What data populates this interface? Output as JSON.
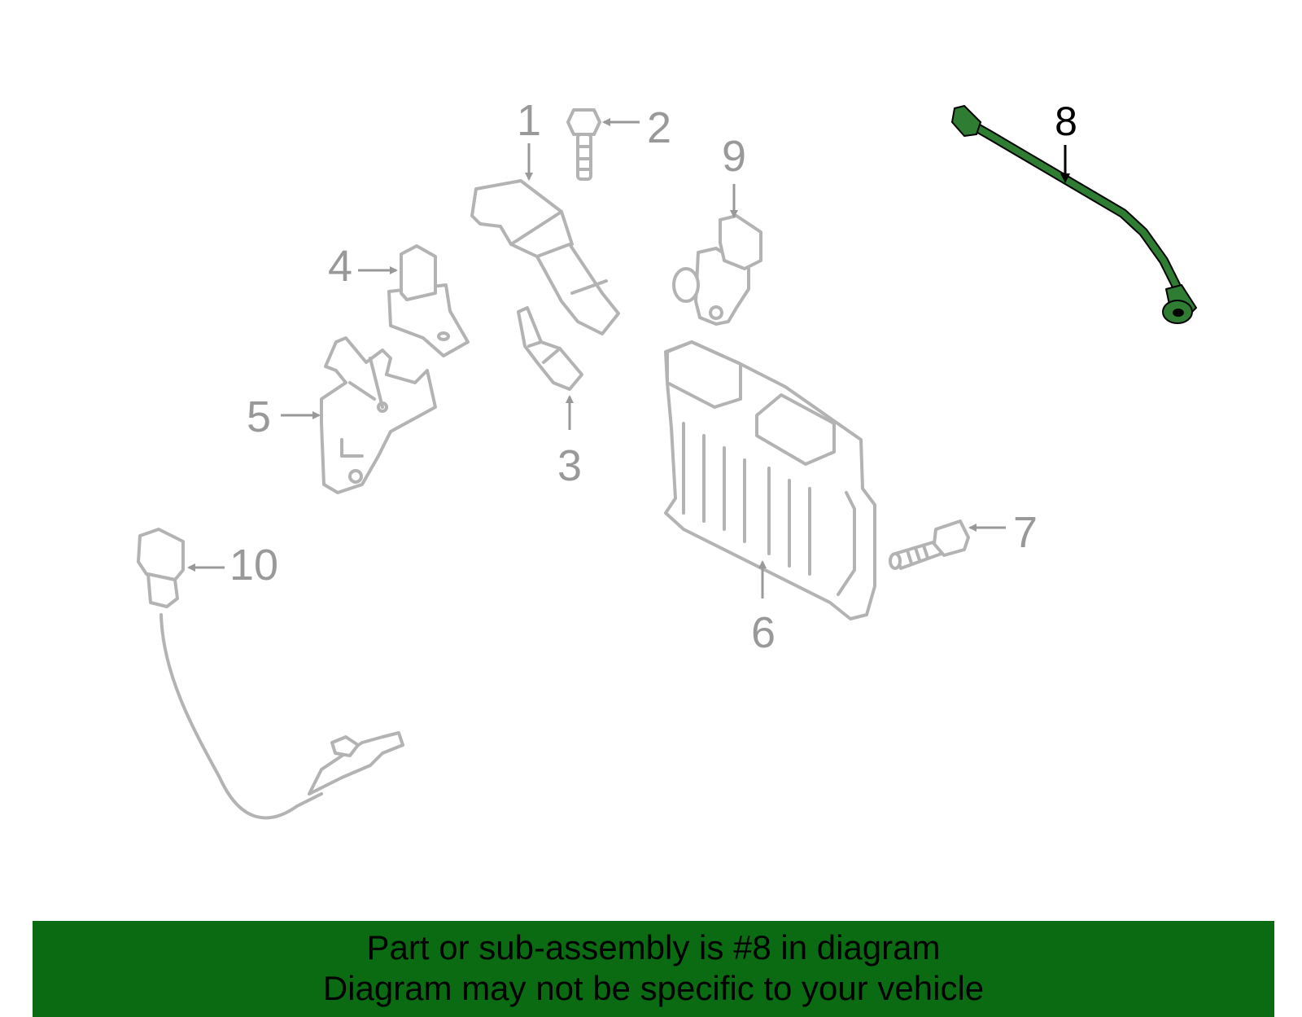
{
  "diagram": {
    "highlighted_part": "8",
    "highlight_color": "#0a6b12",
    "callouts": {
      "c1": "1",
      "c2": "2",
      "c3": "3",
      "c4": "4",
      "c5": "5",
      "c6": "6",
      "c7": "7",
      "c8": "8",
      "c9": "9",
      "c10": "10"
    }
  },
  "banner": {
    "line1": "Part or sub-assembly is #8 in diagram",
    "line2": "Diagram may not be specific to your vehicle"
  }
}
